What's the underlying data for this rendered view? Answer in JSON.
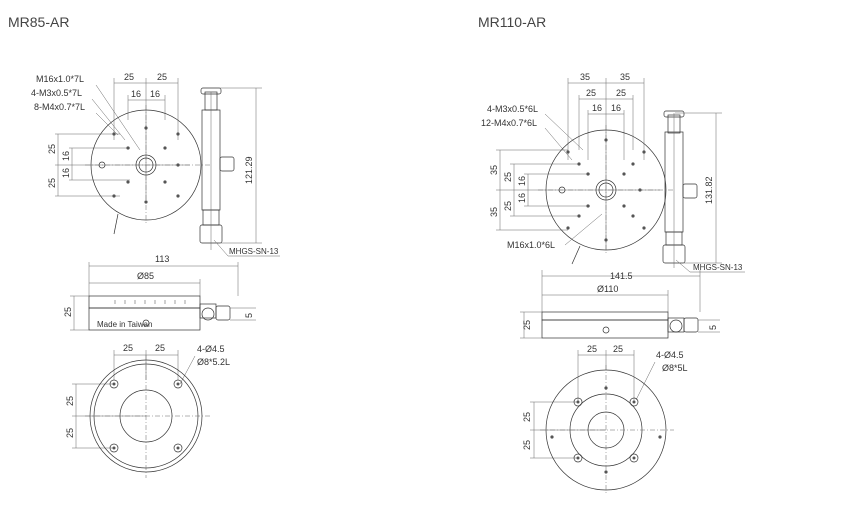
{
  "models": [
    {
      "title": "MR85-AR",
      "top_view": {
        "callouts": [
          "M16x1.0*7L",
          "4-M3x0.5*7L",
          "8-M4x0.7*7L"
        ],
        "top_dims": [
          "25",
          "25",
          "16",
          "16"
        ],
        "left_dims": [
          "25",
          "16",
          "16",
          "25"
        ],
        "height_dim": "121.29",
        "micrometer": "MHGS-SN-13"
      },
      "side_view": {
        "width_dims": [
          "113",
          "Ø85"
        ],
        "height_dims": [
          "25",
          "5"
        ],
        "engraving": "Made in Taiwan"
      },
      "bottom_view": {
        "top_dims": [
          "25",
          "25"
        ],
        "left_dims": [
          "25",
          "25"
        ],
        "hole_callouts": [
          "4-Ø4.5",
          "Ø8*5.2L"
        ]
      }
    },
    {
      "title": "MR110-AR",
      "top_view": {
        "callouts": [
          "4-M3x0.5*6L",
          "12-M4x0.7*6L",
          "M16x1.0*6L"
        ],
        "top_dims": [
          "35",
          "35",
          "25",
          "25",
          "16",
          "16"
        ],
        "left_dims": [
          "35",
          "25",
          "16",
          "16",
          "25",
          "35"
        ],
        "height_dim": "131.82",
        "micrometer": "MHGS-SN-13"
      },
      "side_view": {
        "width_dims": [
          "141.5",
          "Ø110"
        ],
        "height_dims": [
          "25",
          "5"
        ]
      },
      "bottom_view": {
        "top_dims": [
          "25",
          "25"
        ],
        "left_dims": [
          "25",
          "25"
        ],
        "hole_callouts": [
          "4-Ø4.5",
          "Ø8*5L"
        ]
      }
    }
  ]
}
